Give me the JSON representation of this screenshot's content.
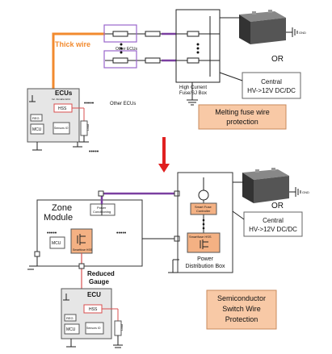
{
  "top": {
    "thick_wire": "Thick wire",
    "other_ecus_left": "Other ECUs",
    "other_ecus_right": "Other ECUs",
    "ecus_title": "ECUs",
    "ecus_sub": "Inc. Zonal/w ECU",
    "hss": "HSS",
    "reg": "REG",
    "mcu": "MCU",
    "sensors_io": "Sensors IO",
    "load": "Load",
    "ellipsis": "•••••",
    "high_current_box_line1": "High Current",
    "high_current_box_line2": "Fuse/SJ Box",
    "or": "OR",
    "gnd": "GND",
    "central_line1": "Central",
    "central_line2": "HV->12V DC/DC",
    "callout_line1": "Melting fuse wire",
    "callout_line2": "protection"
  },
  "bottom": {
    "zone_module_line1": "Zone",
    "zone_module_line2": "Module",
    "power_conditioning_line1": "Power",
    "power_conditioning_line2": "Conditioning",
    "mcu": "MCU",
    "smartfuse_hss": "Smartfuse HSS",
    "smart_fuse_controller_line1": "Smart Fuse",
    "smart_fuse_controller_line2": "Controller",
    "smartfuse_hss_box": "Smartfuse HSS",
    "power_distribution_line1": "Power",
    "power_distribution_line2": "Distribution Box",
    "reduced_gauge_line1": "Reduced",
    "reduced_gauge_line2": "Gauge",
    "ecu_title": "ECU",
    "hss": "HSS",
    "reg": "REG",
    "mcu2": "MCU",
    "sensors_io": "Sensors IO",
    "load": "Load",
    "or": "OR",
    "gnd": "GND",
    "central_line1": "Central",
    "central_line2": "HV->12V DC/DC",
    "callout_line1": "Semiconductor",
    "callout_line2": "Switch Wire",
    "callout_line3": "Protection"
  },
  "colors": {
    "orange_wire": "#f28a2e",
    "purple_wire": "#7a3fa0",
    "callout_fill": "#f8c9a6",
    "hss_fill": "#f4b183",
    "arrow_red": "#e02020",
    "box_purple": "#9966cc"
  }
}
